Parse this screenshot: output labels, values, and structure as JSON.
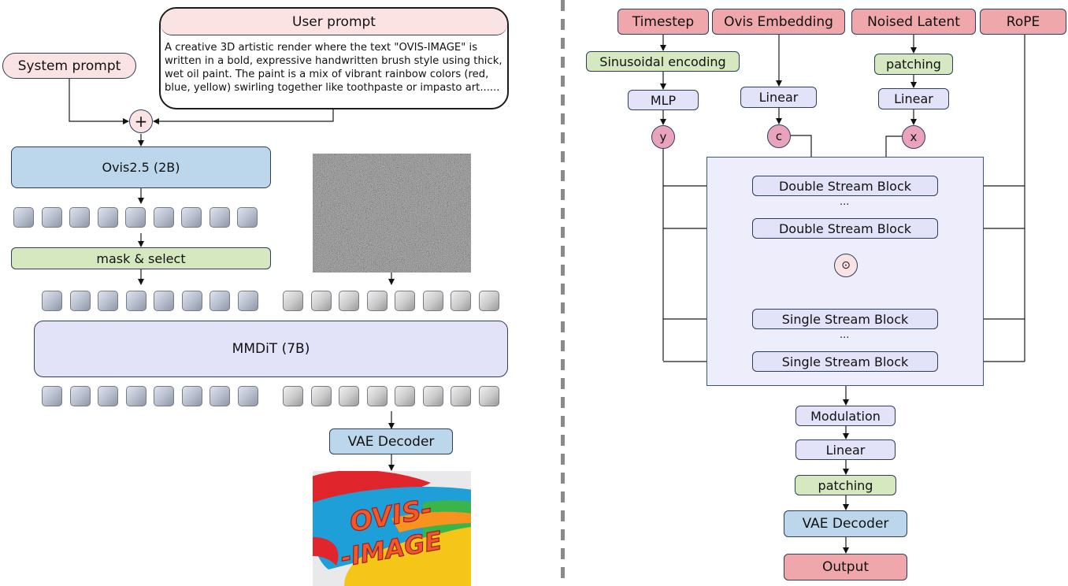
{
  "left_panel": {
    "system_prompt": "System prompt",
    "user_prompt": {
      "title": "User prompt",
      "text": "A creative 3D artistic render where the text \"OVIS-IMAGE\" is written in a bold, expressive handwritten brush style using thick, wet oil paint. The paint is a mix of vibrant rainbow colors (red, blue, yellow) swirling together like toothpaste or impasto art......"
    },
    "combine_symbol": "+",
    "encoder": "Ovis2.5 (2B)",
    "mask_select": "mask & select",
    "mmdit": "MMDiT (7B)",
    "vae_decoder": "VAE Decoder",
    "noise_image": "noise-image",
    "output_image": {
      "semantic": "generated-image",
      "line1": "OVIS-",
      "line2": "-IMAGE"
    },
    "token_counts": {
      "encoder_output": 9,
      "text_tokens": 8,
      "image_tokens": 8
    }
  },
  "right_panel": {
    "inputs": [
      "Timestep",
      "Ovis Embedding",
      "Noised Latent",
      "RoPE"
    ],
    "sinusoidal": "Sinusoidal encoding",
    "mlp": "MLP",
    "linear_c": "Linear",
    "patching_in": "patching",
    "linear_x": "Linear",
    "vars": {
      "y": "y",
      "c": "c",
      "x": "x"
    },
    "blocks": {
      "double1": "Double Stream Block",
      "double_dots": "...",
      "double2": "Double Stream Block",
      "merge_symbol": "⊙",
      "single1": "Single Stream Block",
      "single_dots": "...",
      "single2": "Single Stream Block"
    },
    "modulation": "Modulation",
    "linear_out": "Linear",
    "patching_out": "patching",
    "vae_decoder": "VAE Decoder",
    "output": "Output"
  },
  "colors": {
    "input_pink": "#efa7ab",
    "prompt_pink": "#fbe3e4",
    "encoder_blue": "#bcd7ec",
    "block_lavender": "#e2e2f8",
    "green": "#d6e8c0",
    "var_circle": "#e9a3bd",
    "container": "#ededfb",
    "border": "#2d3e5c"
  }
}
